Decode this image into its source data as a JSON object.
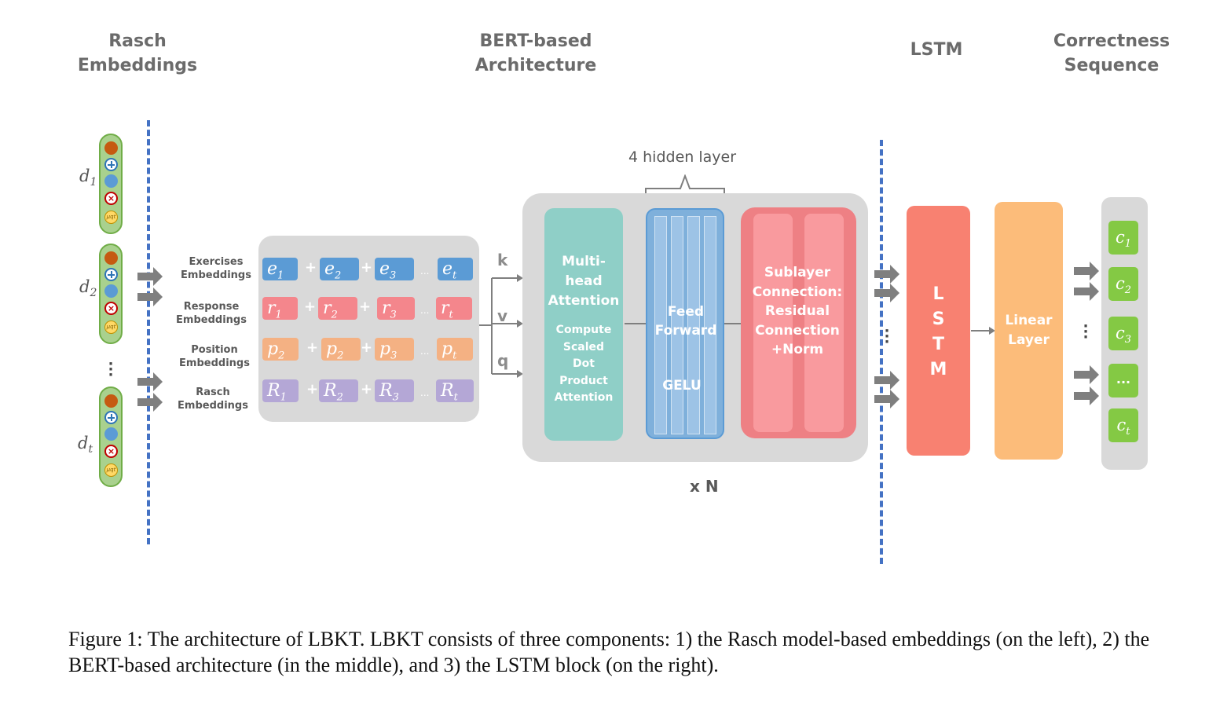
{
  "headers": {
    "rasch": [
      "Rasch",
      "Embeddings"
    ],
    "bert": [
      "BERT-based",
      "Architecture"
    ],
    "lstm": "LSTM",
    "correctness": [
      "Correctness",
      "Sequence"
    ]
  },
  "left": {
    "d_labels": [
      "d",
      "d",
      "d"
    ],
    "d_subs": [
      "1",
      "2",
      "t"
    ],
    "mu_symbol": "μqt",
    "cross_symbol": "×"
  },
  "embedding_rows": [
    {
      "label": [
        "Exercises",
        "Embeddings"
      ],
      "symbol": "e",
      "subs": [
        "1",
        "2",
        "3",
        "t"
      ]
    },
    {
      "label": [
        "Response",
        "Embeddings"
      ],
      "symbol": "r",
      "subs": [
        "1",
        "2",
        "3",
        "t"
      ]
    },
    {
      "label": [
        "Position",
        "Embeddings"
      ],
      "symbol": "p",
      "subs": [
        "2",
        "2",
        "3",
        "t"
      ]
    },
    {
      "label": [
        "Rasch",
        "Embeddings"
      ],
      "symbol": "R",
      "subs": [
        "1",
        "2",
        "3",
        "t"
      ]
    }
  ],
  "plus": "+",
  "ellipsis": "...",
  "kvq": [
    "k",
    "v",
    "q"
  ],
  "bert_block": {
    "hidden_layer_label": "4 hidden layer",
    "attention_title": [
      "Multi-head",
      "Attention"
    ],
    "attention_sub": [
      "Compute",
      "Scaled",
      "Dot",
      "Product",
      "Attention"
    ],
    "ffn_title": [
      "Feed",
      "Forward"
    ],
    "ffn_act": "GELU",
    "sublayer": [
      "Sublayer",
      "Connection:",
      "Residual",
      "Connection",
      "+Norm"
    ],
    "repeat": "x N"
  },
  "lstm_block": [
    "L",
    "S",
    "T",
    "M"
  ],
  "linear_block": [
    "Linear",
    "Layer"
  ],
  "outputs": {
    "symbol": "c",
    "subs": [
      "1",
      "2",
      "3",
      "",
      "t"
    ],
    "ellipsis_box": "..."
  },
  "caption": "Figure 1: The architecture of LBKT. LBKT consists of three components: 1) the Rasch model-based embeddings (on the left), 2) the BERT-based architecture (in the middle), and 3) the LSTM block (on the right).",
  "colors": {
    "dash": "#4472c4",
    "attention": "#8fcfc7",
    "ffn": "#7fb0db",
    "sublayer": "#ee8084",
    "lstm": "#f88171",
    "linear": "#fcbc7a",
    "output": "#84c944",
    "panel": "#d9d9d9"
  }
}
